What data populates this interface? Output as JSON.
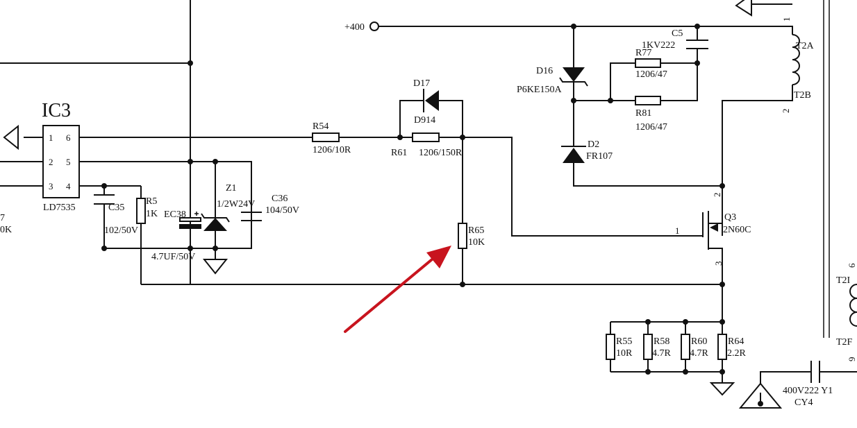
{
  "ic": {
    "name": "IC3",
    "part": "LD7535",
    "pins": [
      "1",
      "6",
      "2",
      "5",
      "3",
      "4"
    ]
  },
  "supply": {
    "label": "+400"
  },
  "parts": {
    "r54": {
      "ref": "R54",
      "val": "1206/10R"
    },
    "r61": {
      "ref": "R61",
      "val": "1206/150R"
    },
    "d17": {
      "ref": "D17",
      "val": "D914"
    },
    "r65": {
      "ref": "R65",
      "val": "10K"
    },
    "r5": {
      "ref": "R5",
      "val": "1K"
    },
    "c35": {
      "ref": "C35",
      "val": "102/50V"
    },
    "ec38": {
      "ref": "EC38",
      "val": "4.7UF/50V"
    },
    "z1": {
      "ref": "Z1",
      "val": "1/2W24V"
    },
    "c36": {
      "ref": "C36",
      "val": "104/50V"
    },
    "d16": {
      "ref": "D16",
      "val": "P6KE150A"
    },
    "d2": {
      "ref": "D2",
      "val": "FR107"
    },
    "c5": {
      "ref": "C5",
      "val": "1KV222"
    },
    "r77": {
      "ref": "R77",
      "val": "1206/47"
    },
    "r81": {
      "ref": "R81",
      "val": "1206/47"
    },
    "q3": {
      "ref": "Q3",
      "val": "2N60C",
      "pin_g": "1",
      "pin_d": "2",
      "pin_s": "3"
    },
    "t2": {
      "a": "T2A",
      "b": "T2B",
      "i": "T2I",
      "f": "T2F",
      "p1": "1",
      "p2": "2",
      "p6": "6",
      "p9": "9"
    },
    "r55": {
      "ref": "R55",
      "val": "10R"
    },
    "r58": {
      "ref": "R58",
      "val": "4.7R"
    },
    "r60": {
      "ref": "R60",
      "val": "4.7R"
    },
    "r64": {
      "ref": "R64",
      "val": "2.2R"
    },
    "y1": {
      "line1": "400V222 Y1",
      "line2": "CY4"
    }
  },
  "cutoff": {
    "left1": "7",
    "left2": "0K"
  },
  "annotation": {
    "arrow_color": "#c8141e"
  }
}
